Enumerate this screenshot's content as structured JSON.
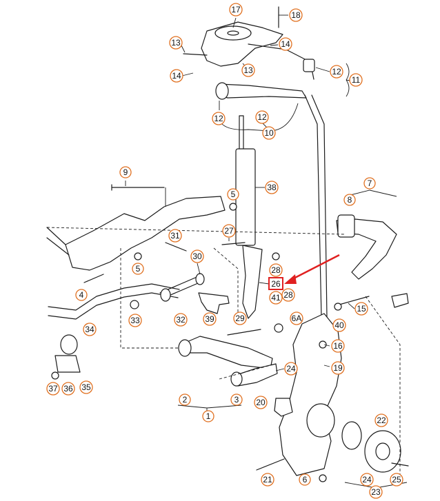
{
  "callouts": [
    {
      "id": "c17",
      "label": "17"
    },
    {
      "id": "c18",
      "label": "18"
    },
    {
      "id": "c13a",
      "label": "13"
    },
    {
      "id": "c14a",
      "label": "14"
    },
    {
      "id": "c14b",
      "label": "14"
    },
    {
      "id": "c13b",
      "label": "13"
    },
    {
      "id": "c14c",
      "label": "14"
    },
    {
      "id": "c12a",
      "label": "12"
    },
    {
      "id": "c11",
      "label": "11"
    },
    {
      "id": "c12b",
      "label": "12"
    },
    {
      "id": "c12c",
      "label": "12"
    },
    {
      "id": "c10",
      "label": "10"
    },
    {
      "id": "c9",
      "label": "9"
    },
    {
      "id": "c38",
      "label": "38"
    },
    {
      "id": "c5a",
      "label": "5"
    },
    {
      "id": "c7",
      "label": "7"
    },
    {
      "id": "c8",
      "label": "8"
    },
    {
      "id": "c27",
      "label": "27"
    },
    {
      "id": "c31",
      "label": "31"
    },
    {
      "id": "c5b",
      "label": "5"
    },
    {
      "id": "c30",
      "label": "30"
    },
    {
      "id": "c28a",
      "label": "28"
    },
    {
      "id": "c4",
      "label": "4"
    },
    {
      "id": "c26",
      "label": "26"
    },
    {
      "id": "c41",
      "label": "41"
    },
    {
      "id": "c28b",
      "label": "28"
    },
    {
      "id": "c15",
      "label": "15"
    },
    {
      "id": "c33",
      "label": "33"
    },
    {
      "id": "c32",
      "label": "32"
    },
    {
      "id": "c39",
      "label": "39"
    },
    {
      "id": "c29",
      "label": "29"
    },
    {
      "id": "c6a",
      "label": "6A"
    },
    {
      "id": "c40",
      "label": "40"
    },
    {
      "id": "c34",
      "label": "34"
    },
    {
      "id": "c16",
      "label": "16"
    },
    {
      "id": "c19",
      "label": "19"
    },
    {
      "id": "c24a",
      "label": "24"
    },
    {
      "id": "c37",
      "label": "37"
    },
    {
      "id": "c36",
      "label": "36"
    },
    {
      "id": "c35",
      "label": "35"
    },
    {
      "id": "c2",
      "label": "2"
    },
    {
      "id": "c3",
      "label": "3"
    },
    {
      "id": "c20",
      "label": "20"
    },
    {
      "id": "c1",
      "label": "1"
    },
    {
      "id": "c22",
      "label": "22"
    },
    {
      "id": "c21",
      "label": "21"
    },
    {
      "id": "c6b",
      "label": "6"
    },
    {
      "id": "c24b",
      "label": "24"
    },
    {
      "id": "c25",
      "label": "25"
    },
    {
      "id": "c23",
      "label": "23"
    }
  ],
  "colors": {
    "callout_border": "#e07020",
    "highlight": "#e02020",
    "ink": "#1a1a1a"
  }
}
